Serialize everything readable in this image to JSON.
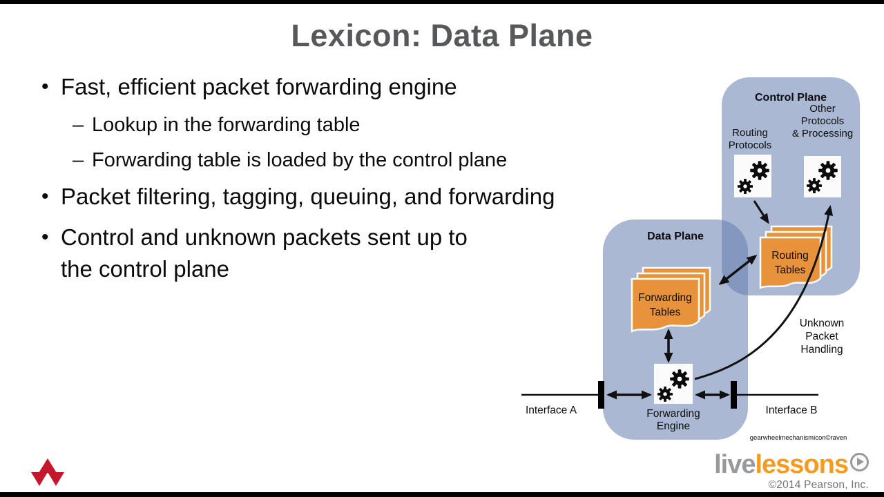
{
  "slide": {
    "title": "Lexicon: Data Plane",
    "bullets": {
      "b1": "Fast, efficient packet forwarding engine",
      "b1_sub1": "Lookup in the forwarding table",
      "b1_sub2": "Forwarding table is loaded by the control plane",
      "b2": "Packet filtering, tagging, queuing, and forwarding",
      "b3_line1": "Control and unknown packets sent up to",
      "b3_line2": "the control plane"
    }
  },
  "diagram": {
    "control_plane": {
      "title": "Control Plane",
      "routing_protocols": [
        "Routing",
        "Protocols"
      ],
      "other_protocols": [
        "Other",
        "Protocols",
        "& Processing"
      ],
      "routing_tables": [
        "Routing",
        "Tables"
      ]
    },
    "data_plane": {
      "title": "Data Plane",
      "forwarding_tables": [
        "Forwarding",
        "Tables"
      ],
      "forwarding_engine": [
        "Forwarding",
        "Engine"
      ]
    },
    "interface_a": "Interface A",
    "interface_b": "Interface B",
    "unknown_packet": [
      "Unknown",
      "Packet",
      "Handling"
    ],
    "attribution": "gearwheelmechanismicon©raven"
  },
  "footer": {
    "brand_live": "live",
    "brand_lessons": "lessons",
    "copyright": "©2014 Pearson, Inc."
  },
  "colors": {
    "plane_fill": "#aab7d3",
    "plane_overlap": "#8397bf",
    "table_orange": "#e8923b",
    "subbullet_blue": "#2f517f",
    "title_gray": "#57585a",
    "brand_orange": "#f59b20",
    "brand_gray": "#97999c",
    "logo_red": "#c5172c"
  }
}
